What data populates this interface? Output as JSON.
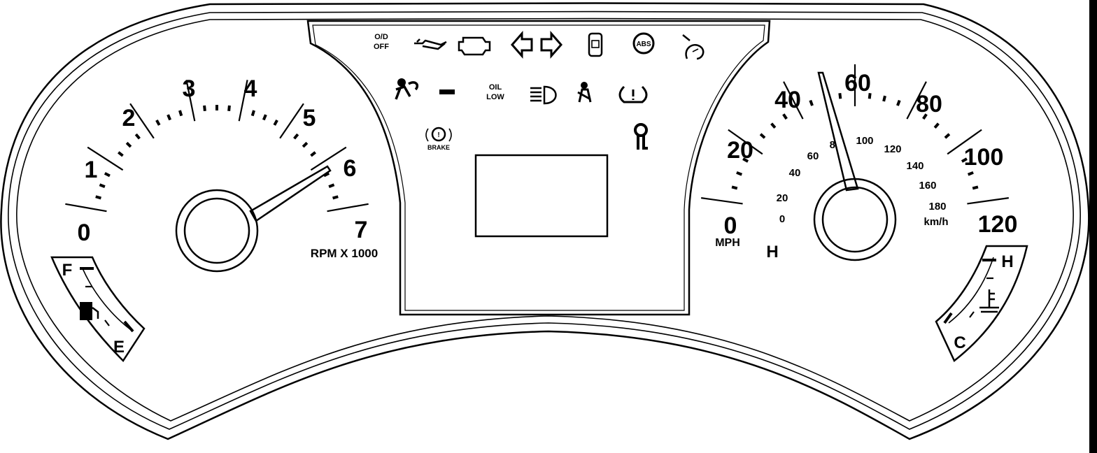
{
  "tachometer": {
    "labels": [
      "0",
      "1",
      "2",
      "3",
      "4",
      "5",
      "6",
      "7"
    ],
    "unit_label": "RPM X 1000"
  },
  "fuel_gauge": {
    "full_label": "F",
    "empty_label": "E",
    "icon": "fuel-pump-icon"
  },
  "speedometer": {
    "mph_labels": [
      "0",
      "20",
      "40",
      "60",
      "80",
      "100",
      "120"
    ],
    "kmh_labels": [
      "0",
      "20",
      "40",
      "60",
      "80",
      "100",
      "120",
      "140",
      "160",
      "180"
    ],
    "mph_unit": "MPH",
    "kmh_unit": "km/h"
  },
  "temp_gauge": {
    "hot_label": "H",
    "cold_label": "C",
    "icon": "coolant-temperature-icon"
  },
  "h_label": "H",
  "indicators": {
    "od_off": [
      "O/D",
      "OFF"
    ],
    "oil_low": [
      "OIL",
      "LOW"
    ],
    "brake": "BRAKE",
    "abs": "ABS",
    "icons": [
      "overdrive-off-icon",
      "oil-pressure-icon",
      "check-engine-icon",
      "left-turn-signal-icon",
      "right-turn-signal-icon",
      "4x4-icon",
      "abs-icon",
      "speed-control-icon",
      "airbag-icon",
      "charging-system-icon",
      "low-oil-icon",
      "high-beam-icon",
      "seatbelt-icon",
      "tire-pressure-icon",
      "brake-warning-icon",
      "anti-theft-key-icon"
    ]
  }
}
